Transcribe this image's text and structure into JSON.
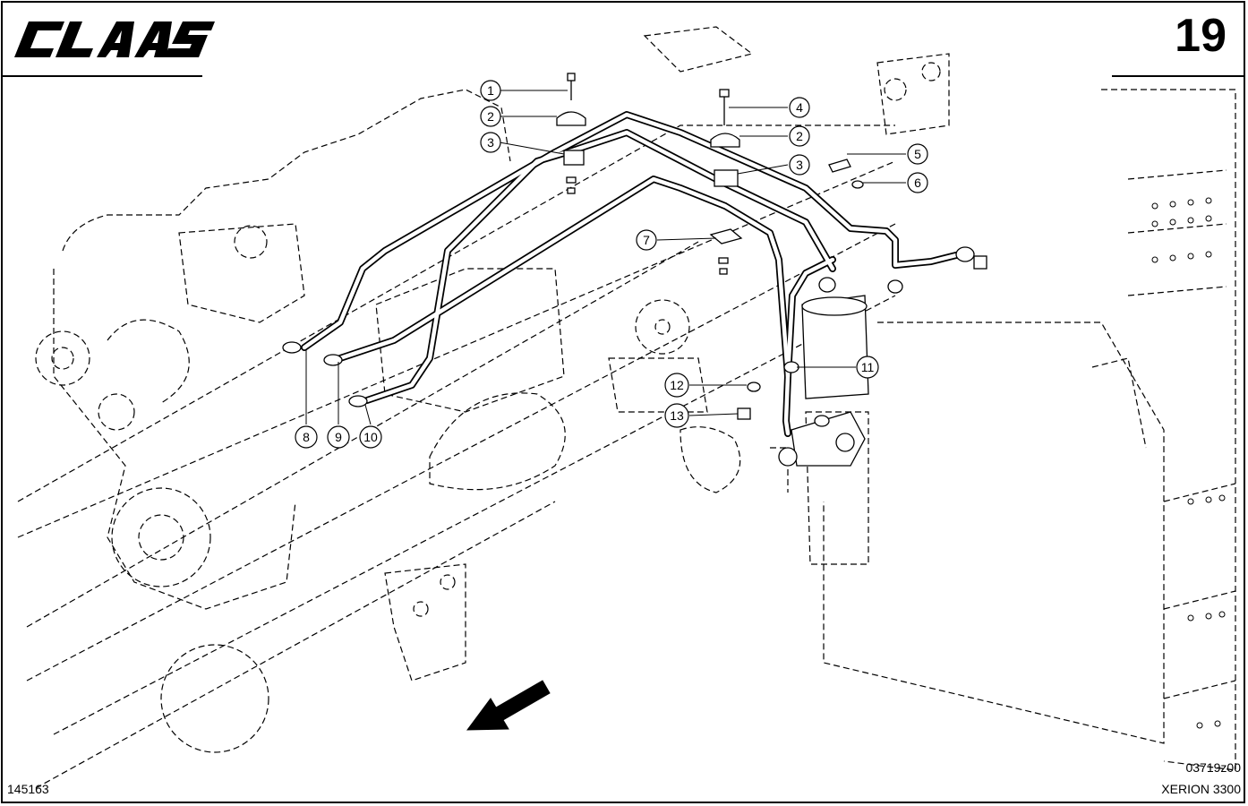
{
  "header": {
    "brand": "CLAAS",
    "page_number": "19"
  },
  "footer": {
    "sheet_id": "145163",
    "drawing_ref": "03719z00",
    "model": "XERION 3300"
  },
  "callouts": [
    {
      "id": "c1",
      "label": "1"
    },
    {
      "id": "c2a",
      "label": "2"
    },
    {
      "id": "c3a",
      "label": "3"
    },
    {
      "id": "c4",
      "label": "4"
    },
    {
      "id": "c2b",
      "label": "2"
    },
    {
      "id": "c3b",
      "label": "3"
    },
    {
      "id": "c5",
      "label": "5"
    },
    {
      "id": "c6",
      "label": "6"
    },
    {
      "id": "c7",
      "label": "7"
    },
    {
      "id": "c8",
      "label": "8"
    },
    {
      "id": "c9",
      "label": "9"
    },
    {
      "id": "c10",
      "label": "10"
    },
    {
      "id": "c11",
      "label": "11"
    },
    {
      "id": "c12",
      "label": "12"
    },
    {
      "id": "c13",
      "label": "13"
    }
  ],
  "colors": {
    "ink": "#000000",
    "paper": "#ffffff"
  }
}
